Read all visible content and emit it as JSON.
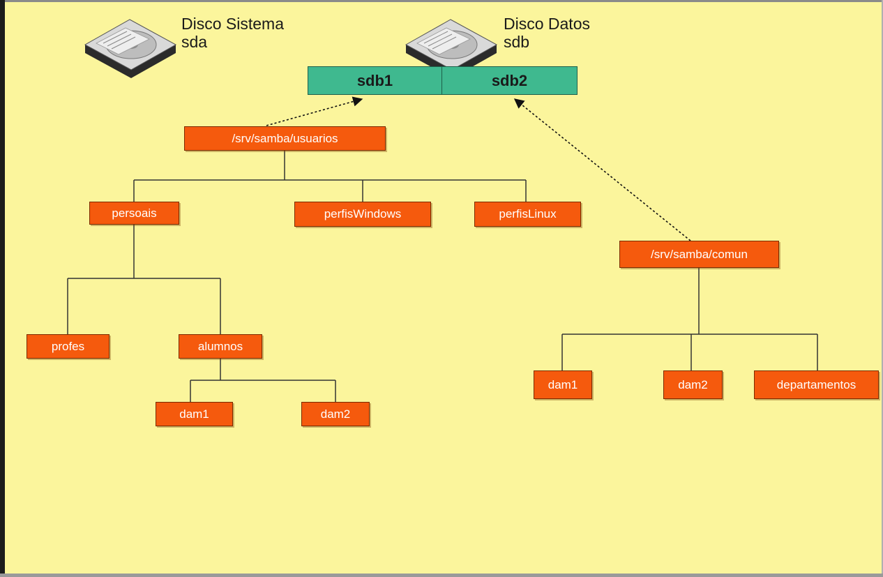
{
  "disks": {
    "system": {
      "name": "Disco Sistema",
      "device": "sda"
    },
    "data": {
      "name": "Disco Datos",
      "device": "sdb"
    }
  },
  "partitions": {
    "sdb1": "sdb1",
    "sdb2": "sdb2"
  },
  "tree": {
    "usuarios": {
      "root": "/srv/samba/usuarios",
      "persoais": "persoais",
      "perfisWindows": "perfisWindows",
      "perfisLinux": "perfisLinux",
      "profes": "profes",
      "alumnos": "alumnos",
      "dam1": "dam1",
      "dam2": "dam2"
    },
    "comun": {
      "root": "/srv/samba/comun",
      "dam1": "dam1",
      "dam2": "dam2",
      "departamentos": "departamentos"
    }
  },
  "colors": {
    "background": "#fbf59c",
    "folder_fill": "#f55a0d",
    "partition_fill": "#3fb98f",
    "line": "#333333"
  },
  "icons": [
    "hard-drive-icon",
    "hard-drive-icon"
  ]
}
